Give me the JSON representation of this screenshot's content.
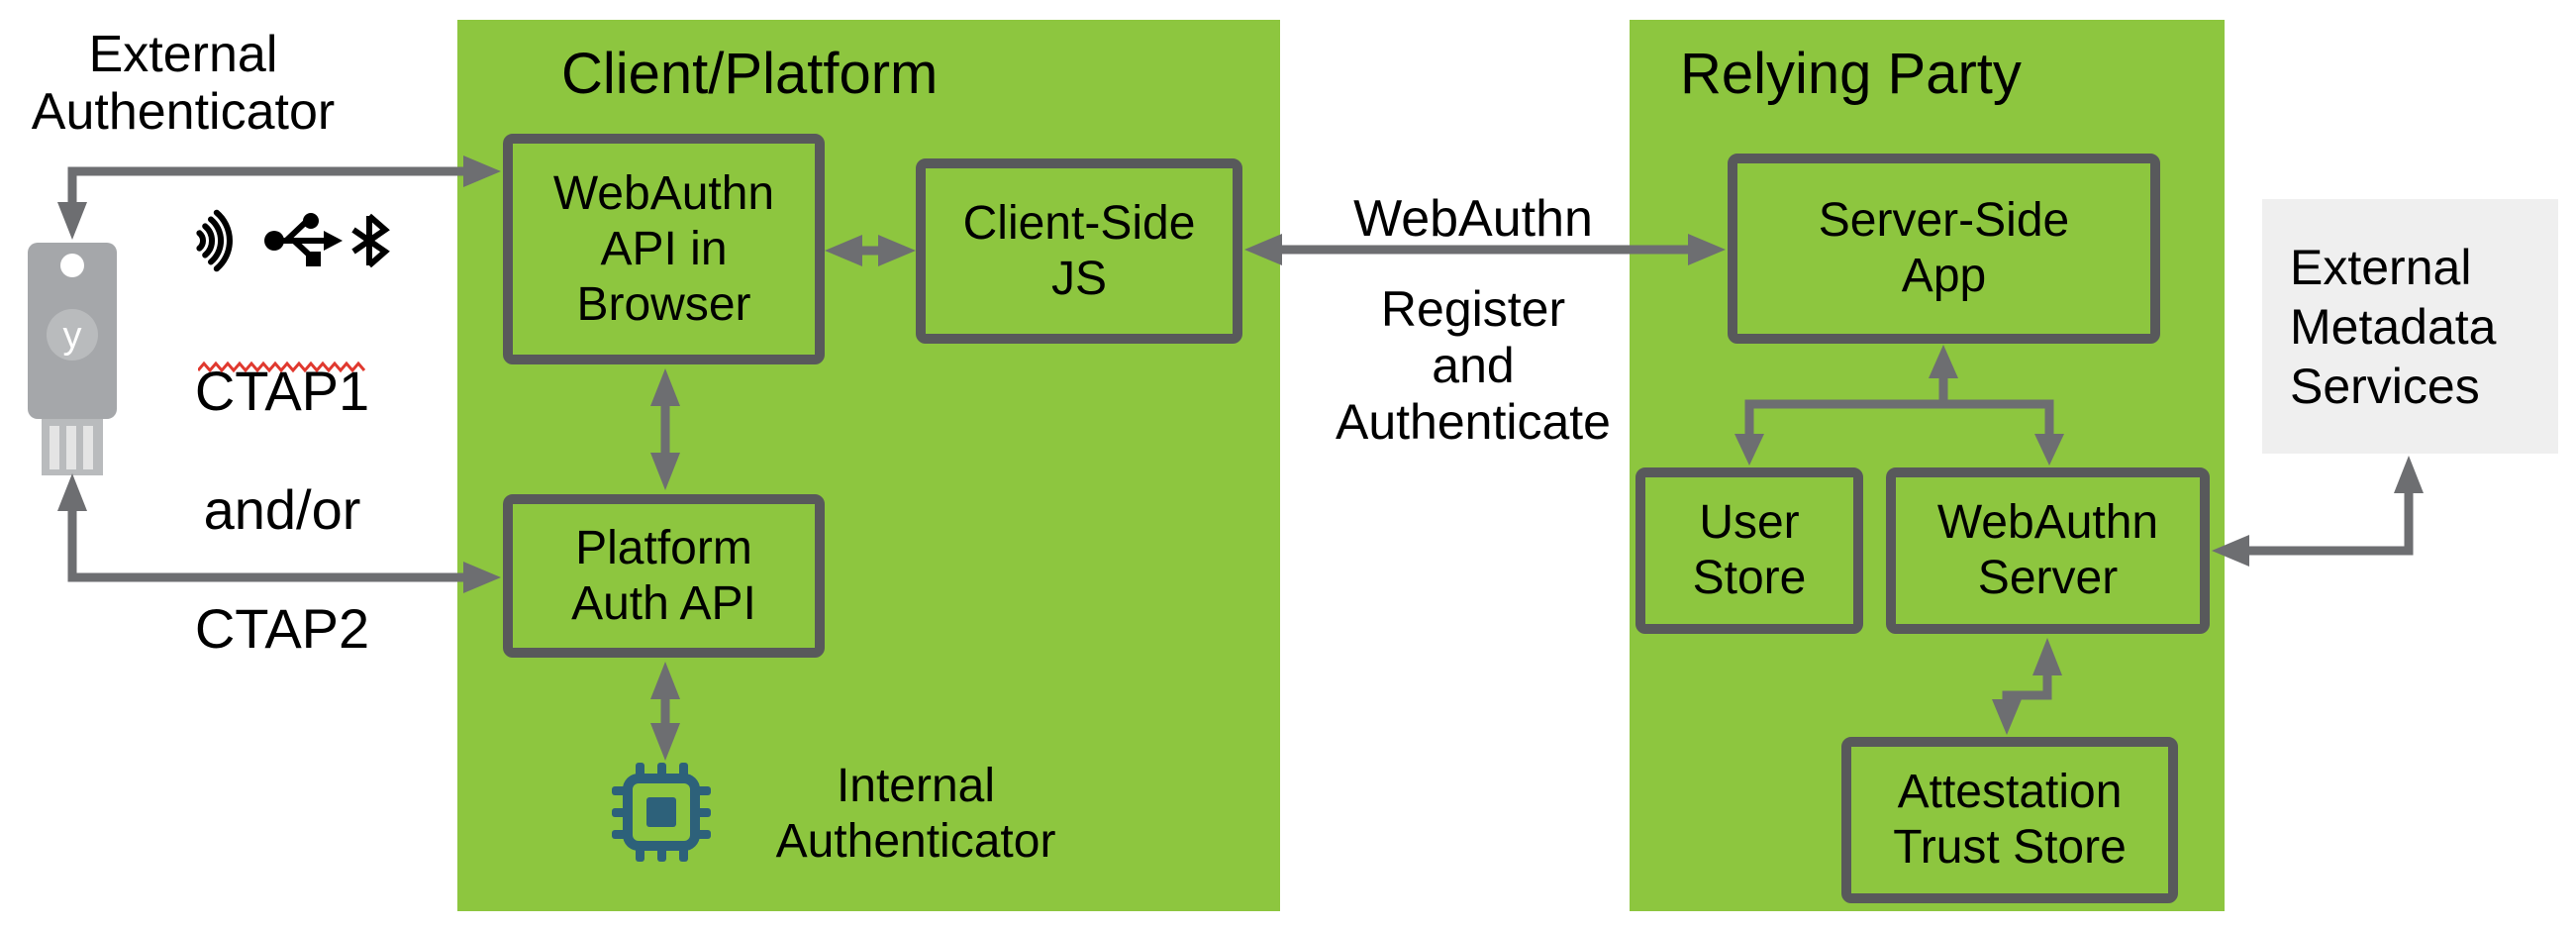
{
  "colors": {
    "green": "#8dc63f",
    "border-gray": "#58595b",
    "arrow-gray": "#6d6e71",
    "key-gray": "#a5a7aa",
    "key-gray-light": "#b9bbbd",
    "key-slot": "#e4e4e4",
    "chip-blue": "#2d617a",
    "metadata-bg": "#efefef",
    "squiggle-red": "#e0392f"
  },
  "left": {
    "external_authenticator_label": "External\nAuthenticator",
    "key_letter": "y",
    "transports": {
      "nfc": "nfc-icon",
      "usb": "usb-icon",
      "bluetooth": "bluetooth-icon"
    },
    "ctap_line1": "CTAP1",
    "ctap_line2": "and/or",
    "ctap_line3": "CTAP2"
  },
  "client_platform": {
    "title": "Client/Platform",
    "webauthn_api_box": "WebAuthn\nAPI in\nBrowser",
    "client_side_js_box": "Client-Side\nJS",
    "platform_auth_box": "Platform\nAuth API",
    "internal_authenticator_label": "Internal\nAuthenticator"
  },
  "middle": {
    "protocol_label": "WebAuthn",
    "action_label": "Register\nand\nAuthenticate"
  },
  "relying_party": {
    "title": "Relying Party",
    "server_side_app_box": "Server-Side\nApp",
    "user_store_box": "User\nStore",
    "webauthn_server_box": "WebAuthn\nServer",
    "attestation_box": "Attestation\nTrust Store"
  },
  "external_metadata_label": "External\nMetadata\nServices"
}
